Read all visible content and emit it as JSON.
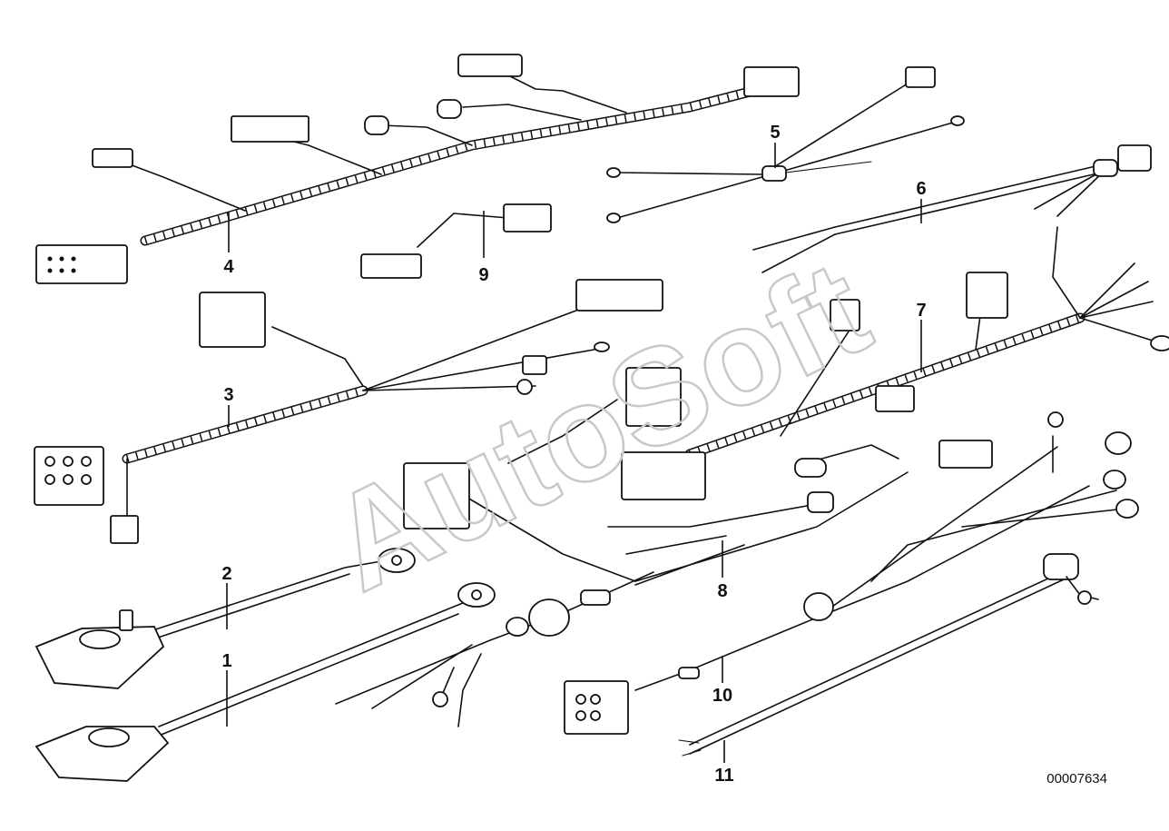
{
  "diagram": {
    "callouts": [
      {
        "id": "p1",
        "label": "1"
      },
      {
        "id": "p2",
        "label": "2"
      },
      {
        "id": "p3",
        "label": "3"
      },
      {
        "id": "p4",
        "label": "4"
      },
      {
        "id": "p5",
        "label": "5"
      },
      {
        "id": "p6",
        "label": "6"
      },
      {
        "id": "p7",
        "label": "7"
      },
      {
        "id": "p8",
        "label": "8"
      },
      {
        "id": "p9",
        "label": "9"
      },
      {
        "id": "p10",
        "label": "10"
      },
      {
        "id": "p11",
        "label": "11"
      }
    ],
    "document_number": "00007634",
    "watermark": "AutoSoft",
    "colors": {
      "ink": "#111111",
      "background": "#ffffff",
      "watermark": "#c8c8c8"
    }
  }
}
